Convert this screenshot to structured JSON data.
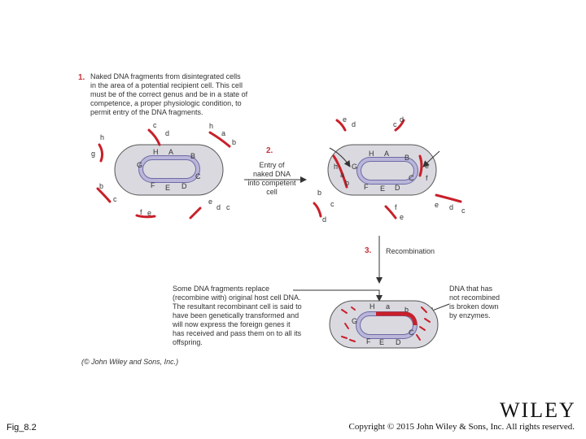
{
  "steps": {
    "step1_num": "1.",
    "step1_text": "Naked DNA fragments from disintegrated cells\nin the area of a potential recipient cell. This cell\nmust be of the correct genus and be in a state of\ncompetence, a proper physiologic condition, to\npermit entry of the DNA fragments.",
    "step2_num": "2.",
    "step2_text": "Entry of\nnaked DNA\ninto competent\ncell",
    "step3_num": "3.",
    "step3_text": "Recombination"
  },
  "notes": {
    "replace_text": "Some DNA fragments replace\n(recombine with) original host cell DNA.\nThe resultant recombinant cell is said to\nhave been genetically transformed and\nwill now express the foreign genes it\nhas received and pass them on to all its\noffspring.",
    "broken_text": "DNA that has\nnot recombined\nis broken down\nby enzymes.",
    "credit": "(© John Wiley and Sons, Inc.)"
  },
  "labels": {
    "H": "H",
    "A": "A",
    "B": "B",
    "C": "C",
    "D": "D",
    "E": "E",
    "F": "F",
    "G": "G",
    "a": "a",
    "b": "b",
    "c": "c",
    "d": "d",
    "e": "e",
    "f": "f",
    "g": "g",
    "h": "h"
  },
  "footer": {
    "fig": "Fig_8.2",
    "logo": "WILEY",
    "copyright": "Copyright © 2015 John Wiley & Sons, Inc. All rights reserved."
  },
  "colors": {
    "dna_red": "#c8202a",
    "cell_gray": "#d9d9df",
    "dna_purple": "#b9b6d9"
  }
}
